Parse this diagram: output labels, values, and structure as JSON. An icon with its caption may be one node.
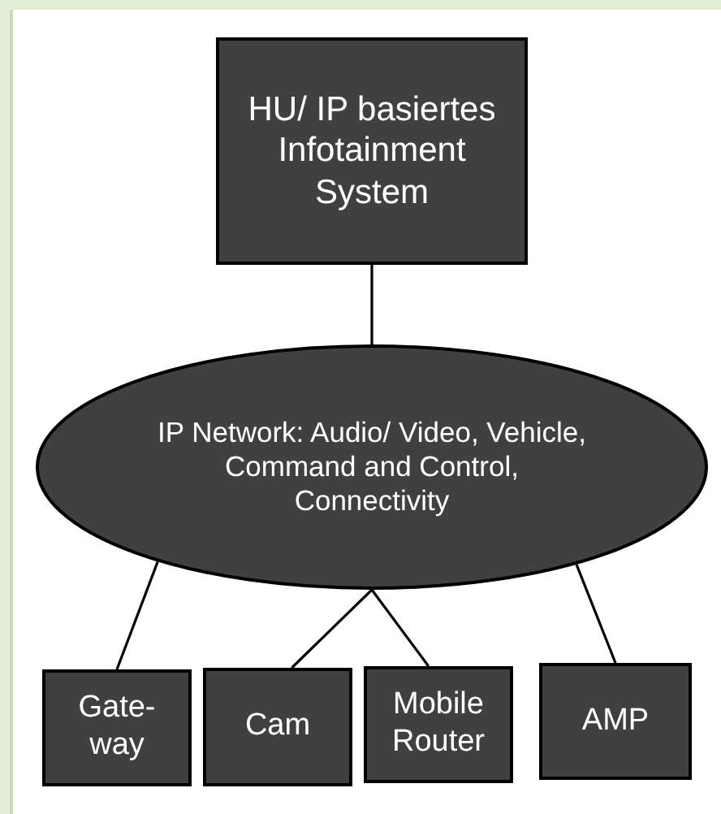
{
  "diagram": {
    "nodes": [
      {
        "text": [
          "HU/ IP basiertes Infotainment System"
        ]
      },
      {
        "text": [
          "IP Network: Audio/ Video, Vehicle, Command and Control, Connectivity"
        ]
      },
      {
        "text": [
          "Gate- way"
        ]
      },
      {
        "text": [
          "Cam"
        ]
      },
      {
        "text": [
          "Mobile Router"
        ]
      },
      {
        "text": [
          "AMP"
        ]
      }
    ],
    "edges": [
      {
        "from": 0,
        "to": 1,
        "arrow": "none"
      },
      {
        "from": 1,
        "to": 2,
        "arrow": "none"
      },
      {
        "from": 1,
        "to": 3,
        "arrow": "none"
      },
      {
        "from": 1,
        "to": 4,
        "arrow": "none"
      },
      {
        "from": 1,
        "to": 5,
        "arrow": "none"
      }
    ]
  }
}
